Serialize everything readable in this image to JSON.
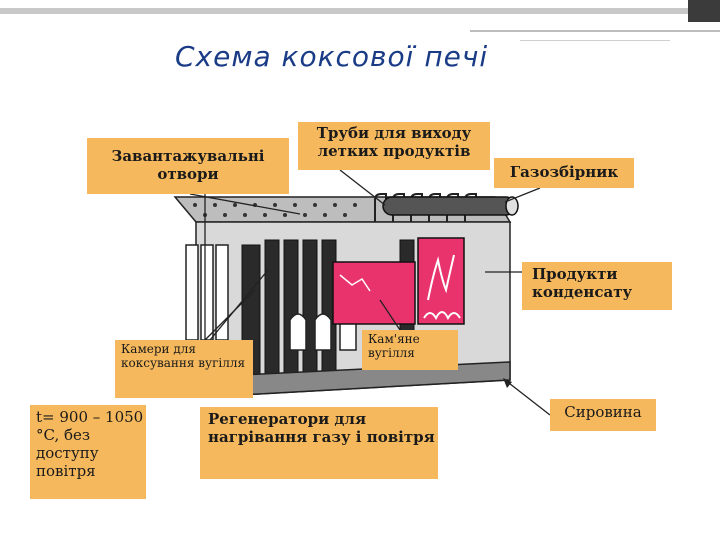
{
  "title": "Схема коксової печі",
  "labels": {
    "loading": "Завантажувальні отвори",
    "pipes": "Труби для виходу летких продуктів",
    "gas_collector": "Газозбірник",
    "condensate": "Продукти конденсату",
    "chambers": "Камери для коксування вугілля",
    "coal": "Кам'яне вугілля",
    "temperature": "t= 900 – 1050 °C, без доступу повітря",
    "regenerators": "Регенератори для нагрівання газу і повітря",
    "raw_material": "Сировина"
  },
  "colors": {
    "label_fill": "#f5b85c",
    "title_color": "#1a3b86",
    "chamber_pink": "#e8336c"
  }
}
